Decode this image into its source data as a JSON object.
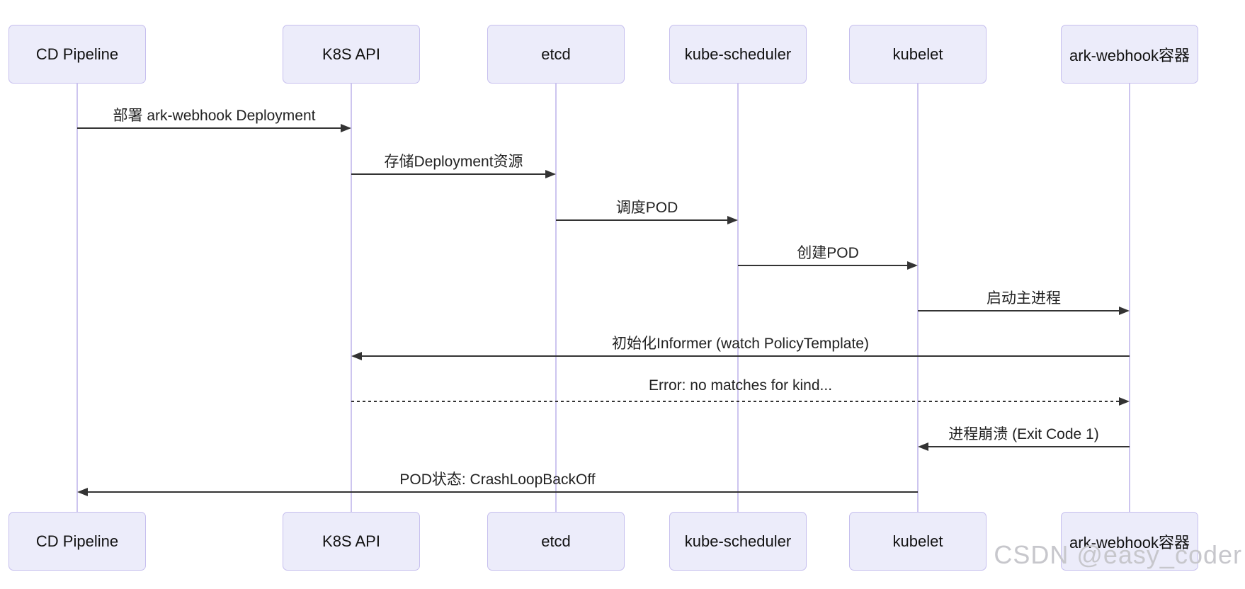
{
  "diagram": {
    "type": "sequence-diagram",
    "actors": [
      {
        "id": "cd-pipeline",
        "label": "CD Pipeline"
      },
      {
        "id": "k8s-api",
        "label": "K8S API"
      },
      {
        "id": "etcd",
        "label": "etcd"
      },
      {
        "id": "kube-scheduler",
        "label": "kube-scheduler"
      },
      {
        "id": "kubelet",
        "label": "kubelet"
      },
      {
        "id": "ark-webhook",
        "label": "ark-webhook容器"
      }
    ],
    "messages": [
      {
        "from": "cd-pipeline",
        "to": "k8s-api",
        "label": "部署 ark-webhook Deployment",
        "line_style": "solid"
      },
      {
        "from": "k8s-api",
        "to": "etcd",
        "label": "存储Deployment资源",
        "line_style": "solid"
      },
      {
        "from": "etcd",
        "to": "kube-scheduler",
        "label": "调度POD",
        "line_style": "solid"
      },
      {
        "from": "kube-scheduler",
        "to": "kubelet",
        "label": "创建POD",
        "line_style": "solid"
      },
      {
        "from": "kubelet",
        "to": "ark-webhook",
        "label": "启动主进程",
        "line_style": "solid"
      },
      {
        "from": "ark-webhook",
        "to": "k8s-api",
        "label": "初始化Informer (watch PolicyTemplate)",
        "line_style": "solid"
      },
      {
        "from": "k8s-api",
        "to": "ark-webhook",
        "label": "Error: no matches for kind...",
        "line_style": "dashed"
      },
      {
        "from": "ark-webhook",
        "to": "kubelet",
        "label": "进程崩溃 (Exit Code 1)",
        "line_style": "solid"
      },
      {
        "from": "kubelet",
        "to": "cd-pipeline",
        "label": "POD状态: CrashLoopBackOff",
        "line_style": "solid"
      }
    ],
    "colors": {
      "actor_fill": "#ececfa",
      "actor_border": "#c6bfee",
      "lifeline": "#cdc5ef",
      "arrow": "#333333",
      "text": "#222222",
      "watermark": "#c7c7cc"
    }
  },
  "watermark": {
    "text": "CSDN @easy_coder"
  }
}
